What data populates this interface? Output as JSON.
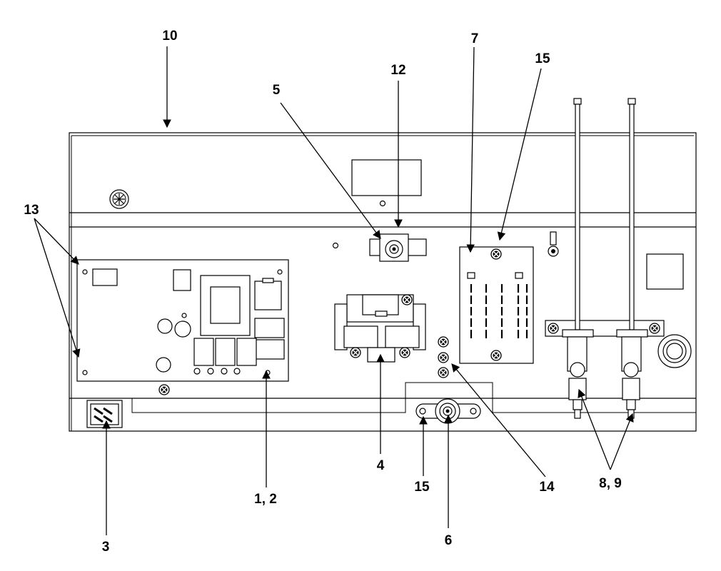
{
  "callouts": {
    "c10": "10",
    "c13": "13",
    "c5": "5",
    "c12": "12",
    "c7": "7",
    "c15_top": "15",
    "c1_2": "1, 2",
    "c3": "3",
    "c4": "4",
    "c15_bottom": "15",
    "c6": "6",
    "c14": "14",
    "c8_9": "8, 9"
  },
  "colors": {
    "line": "#000000",
    "background": "#ffffff"
  }
}
